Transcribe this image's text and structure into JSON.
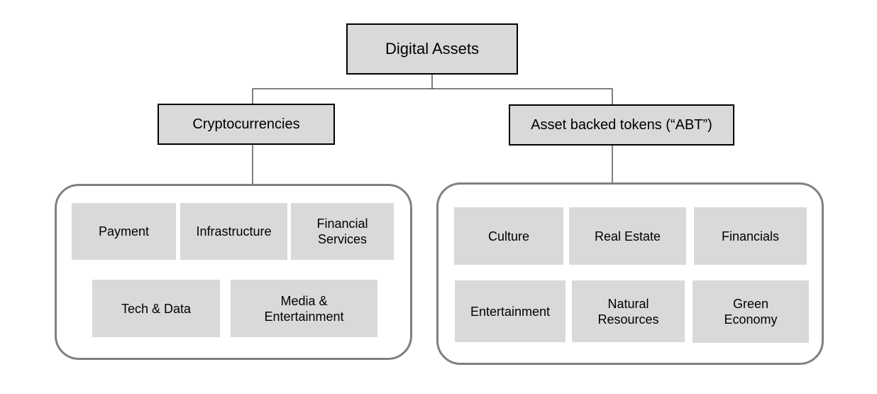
{
  "root": {
    "label": "Digital Assets"
  },
  "branches": [
    {
      "label": "Cryptocurrencies",
      "categories": [
        "Payment",
        "Infrastructure",
        "Financial\nServices",
        "Tech & Data",
        "Media &\nEntertainment"
      ]
    },
    {
      "label": "Asset backed tokens (“ABT”)",
      "categories": [
        "Culture",
        "Real Estate",
        "Financials",
        "Entertainment",
        "Natural\nResources",
        "Green\nEconomy"
      ]
    }
  ]
}
